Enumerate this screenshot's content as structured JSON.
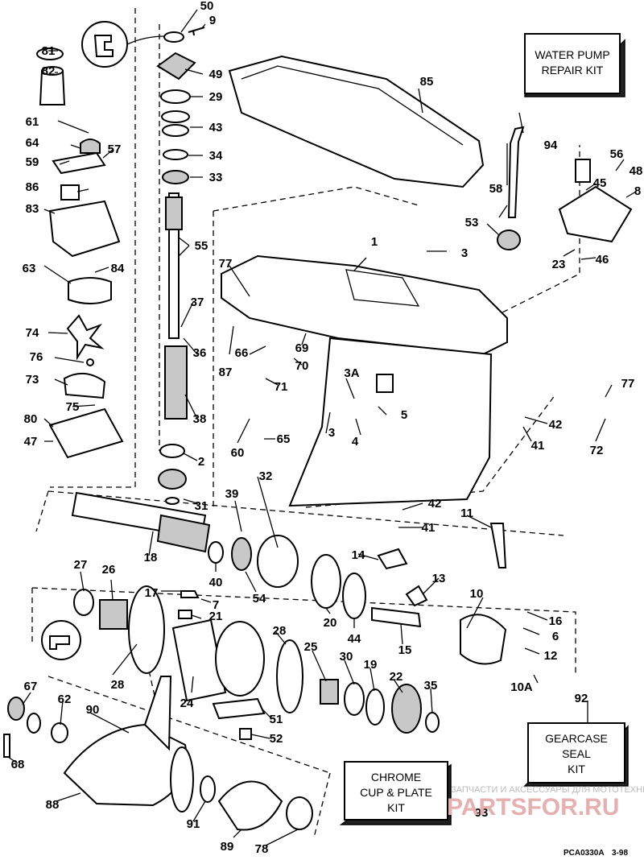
{
  "labels": [
    {
      "t": "50"
    },
    {
      "t": "9"
    },
    {
      "t": "81"
    },
    {
      "t": "82"
    },
    {
      "t": "49"
    },
    {
      "t": "29"
    },
    {
      "t": "43"
    },
    {
      "t": "34"
    },
    {
      "t": "33"
    },
    {
      "t": "85"
    },
    {
      "t": "61"
    },
    {
      "t": "64"
    },
    {
      "t": "57"
    },
    {
      "t": "59"
    },
    {
      "t": "86"
    },
    {
      "t": "83"
    },
    {
      "t": "63"
    },
    {
      "t": "84"
    },
    {
      "t": "74"
    },
    {
      "t": "76"
    },
    {
      "t": "73"
    },
    {
      "t": "75"
    },
    {
      "t": "80"
    },
    {
      "t": "47"
    },
    {
      "t": "55"
    },
    {
      "t": "37"
    },
    {
      "t": "36"
    },
    {
      "t": "38"
    },
    {
      "t": "2"
    },
    {
      "t": "31"
    },
    {
      "t": "77"
    },
    {
      "t": "87"
    },
    {
      "t": "66"
    },
    {
      "t": "69"
    },
    {
      "t": "70"
    },
    {
      "t": "71"
    },
    {
      "t": "60"
    },
    {
      "t": "65"
    },
    {
      "t": "1"
    },
    {
      "t": "3"
    },
    {
      "t": "3A"
    },
    {
      "t": "5"
    },
    {
      "t": "3"
    },
    {
      "t": "4"
    },
    {
      "t": "94"
    },
    {
      "t": "58"
    },
    {
      "t": "56"
    },
    {
      "t": "48"
    },
    {
      "t": "45"
    },
    {
      "t": "8"
    },
    {
      "t": "53"
    },
    {
      "t": "23"
    },
    {
      "t": "46"
    },
    {
      "t": "77"
    },
    {
      "t": "42"
    },
    {
      "t": "41"
    },
    {
      "t": "72"
    },
    {
      "t": "32"
    },
    {
      "t": "39"
    },
    {
      "t": "42"
    },
    {
      "t": "41"
    },
    {
      "t": "11"
    },
    {
      "t": "18"
    },
    {
      "t": "40"
    },
    {
      "t": "54"
    },
    {
      "t": "14"
    },
    {
      "t": "13"
    },
    {
      "t": "10"
    },
    {
      "t": "27"
    },
    {
      "t": "26"
    },
    {
      "t": "17"
    },
    {
      "t": "7"
    },
    {
      "t": "21"
    },
    {
      "t": "20"
    },
    {
      "t": "44"
    },
    {
      "t": "15"
    },
    {
      "t": "16"
    },
    {
      "t": "6"
    },
    {
      "t": "12"
    },
    {
      "t": "28"
    },
    {
      "t": "28"
    },
    {
      "t": "24"
    },
    {
      "t": "25"
    },
    {
      "t": "30"
    },
    {
      "t": "19"
    },
    {
      "t": "22"
    },
    {
      "t": "35"
    },
    {
      "t": "10A"
    },
    {
      "t": "92"
    },
    {
      "t": "67"
    },
    {
      "t": "62"
    },
    {
      "t": "90"
    },
    {
      "t": "51"
    },
    {
      "t": "52"
    },
    {
      "t": "68"
    },
    {
      "t": "88"
    },
    {
      "t": "91"
    },
    {
      "t": "93"
    },
    {
      "t": "89"
    },
    {
      "t": "78"
    }
  ],
  "kits": {
    "water_pump": [
      "WATER PUMP",
      "REPAIR KIT"
    ],
    "gearcase_seal": [
      "GEARCASE",
      "SEAL",
      "KIT"
    ],
    "chrome_cup": [
      "CHROME",
      "CUP & PLATE",
      "KIT"
    ]
  },
  "drawing_code": "PCA0330A",
  "drawing_date": "3-98",
  "watermark": {
    "text": "ЗАПЧАСТИ И АКСЕССУАРЫ ДЛЯ МОТОТЕХНИКИ",
    "brand": "PARTSFOR.RU"
  }
}
